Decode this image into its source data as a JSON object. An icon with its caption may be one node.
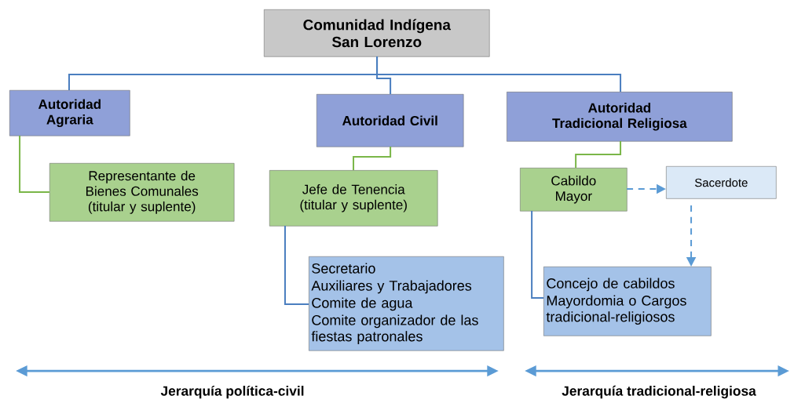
{
  "diagram": {
    "nodes": [
      {
        "text": [
          "Comunidad Indígena San Lorenzo"
        ]
      },
      {
        "text": [
          "Autoridad Agraria"
        ]
      },
      {
        "text": [
          "Autoridad Civil"
        ]
      },
      {
        "text": [
          "Autoridad Tradicional Religiosa"
        ]
      },
      {
        "text": [
          "Representante de Bienes Comunales (titular y suplente)"
        ]
      },
      {
        "text": [
          "Jefe de Tenencia (titular y suplente)"
        ]
      },
      {
        "text": [
          "Cabildo Mayor"
        ]
      },
      {
        "text": [
          "Sacerdote"
        ]
      },
      {
        "text": [
          "Secretario",
          "Auxiliares y Trabajadores",
          "Comite de agua",
          "Comite organizador de las fiestas patronales"
        ]
      },
      {
        "text": [
          "Concejo de cabildos",
          "Mayordomia o Cargos tradicional-religiosos"
        ]
      }
    ],
    "edges": [
      {
        "from": 0,
        "to": 1,
        "arrow": "none",
        "color": "#4a7ebf"
      },
      {
        "from": 0,
        "to": 2,
        "arrow": "none",
        "color": "#4a7ebf"
      },
      {
        "from": 0,
        "to": 3,
        "arrow": "none",
        "color": "#4a7ebf"
      },
      {
        "from": 1,
        "to": 4,
        "arrow": "none",
        "color": "#7ab648"
      },
      {
        "from": 2,
        "to": 5,
        "arrow": "none",
        "color": "#7ab648"
      },
      {
        "from": 3,
        "to": 6,
        "arrow": "none",
        "color": "#7ab648"
      },
      {
        "from": 5,
        "to": 8,
        "arrow": "none",
        "color": "#4a7ebf"
      },
      {
        "from": 6,
        "to": 9,
        "arrow": "none",
        "color": "#4a7ebf"
      },
      {
        "from": 6,
        "to": 7,
        "arrow": "to",
        "style": "dashed",
        "color": "#5b9bd5"
      },
      {
        "from": 7,
        "to": 9,
        "arrow": "to",
        "style": "dashed",
        "color": "#5b9bd5"
      }
    ],
    "labels": [
      "Jerarquía política-civil",
      "Jerarquía tradicional-religiosa"
    ]
  }
}
